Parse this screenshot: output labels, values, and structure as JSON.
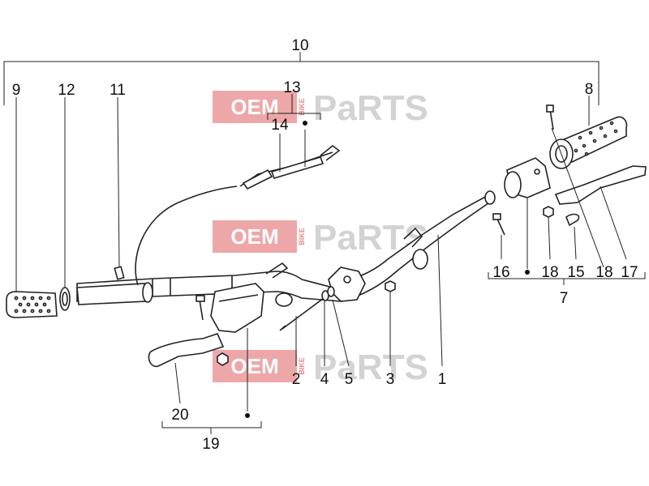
{
  "watermark": {
    "oem": "OEM",
    "bike": "BIKE",
    "parts": "PaRTS",
    "color": "#e8898b"
  },
  "callouts": {
    "c1": "1",
    "c2": "2",
    "c3": "3",
    "c4": "4",
    "c5": "5",
    "c7": "7",
    "c8": "8",
    "c9": "9",
    "c10": "10",
    "c11": "11",
    "c12": "12",
    "c13": "13",
    "c14": "14",
    "c15": "15",
    "c16": "16",
    "c17": "17",
    "c18a": "18",
    "c18b": "18",
    "c19": "19",
    "c20": "20"
  }
}
